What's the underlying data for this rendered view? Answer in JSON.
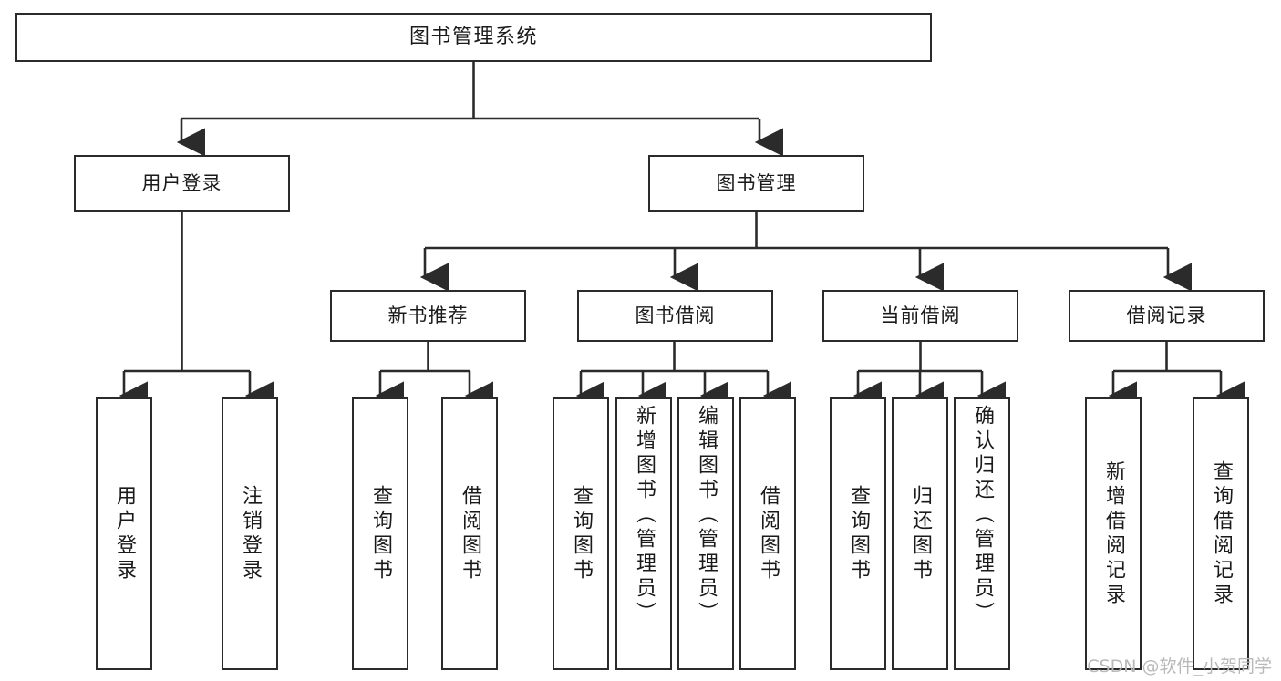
{
  "diagram": {
    "type": "tree-hierarchy",
    "title": "图书管理系统",
    "root": {
      "id": "root",
      "label": "图书管理系统",
      "level": 1
    },
    "level2": [
      {
        "id": "user-login",
        "label": "用户登录"
      },
      {
        "id": "book-management",
        "label": "图书管理"
      }
    ],
    "level3": [
      {
        "id": "new-book-recommend",
        "label": "新书推荐"
      },
      {
        "id": "book-borrow",
        "label": "图书借阅"
      },
      {
        "id": "current-borrow",
        "label": "当前借阅"
      },
      {
        "id": "borrow-record",
        "label": "借阅记录"
      }
    ],
    "leaves": {
      "user_login": [
        {
          "id": "leaf-user-login",
          "label": "用户登录"
        },
        {
          "id": "leaf-logout-login",
          "label": "注销登录"
        }
      ],
      "new_book_recommend": [
        {
          "id": "leaf-query-book-1",
          "label": "查询图书"
        },
        {
          "id": "leaf-borrow-book-1",
          "label": "借阅图书"
        }
      ],
      "book_borrow": [
        {
          "id": "leaf-query-book-2",
          "label": "查询图书"
        },
        {
          "id": "leaf-add-book",
          "label": "新增图书（管理员）"
        },
        {
          "id": "leaf-edit-book",
          "label": "编辑图书（管理员）"
        },
        {
          "id": "leaf-borrow-book-2",
          "label": "借阅图书"
        }
      ],
      "current_borrow": [
        {
          "id": "leaf-query-book-3",
          "label": "查询图书"
        },
        {
          "id": "leaf-return-book",
          "label": "归还图书"
        },
        {
          "id": "leaf-confirm-return",
          "label": "确认归还（管理员）"
        }
      ],
      "borrow_record": [
        {
          "id": "leaf-add-record",
          "label": "新增借阅记录"
        },
        {
          "id": "leaf-query-record",
          "label": "查询借阅记录"
        }
      ]
    },
    "colors": {
      "stroke": "#2b2b2b",
      "fill": "#ffffff",
      "text": "#1a1a1a",
      "watermark": "#b9b9b9"
    }
  },
  "watermark": {
    "text": "CSDN @软件_小贺同学"
  }
}
